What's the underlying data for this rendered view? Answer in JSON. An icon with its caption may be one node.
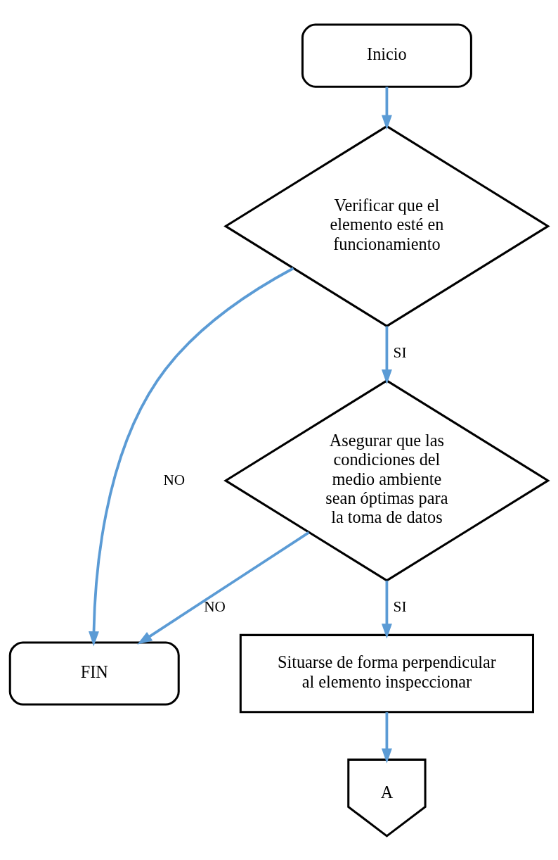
{
  "diagram": {
    "nodes": [
      {
        "text": [
          "Inicio"
        ]
      },
      {
        "text": [
          "Verificar que el elemento esté en funcionamiento"
        ]
      },
      {
        "text": [
          "FIN"
        ]
      },
      {
        "text": [
          "Asegurar que las condiciones del medio ambiente sean óptimas para la toma de datos"
        ]
      },
      {
        "text": [
          "Situarse de forma perpendicular al elemento inspeccionar"
        ]
      },
      {
        "text": [
          "A"
        ]
      }
    ],
    "edges": [
      {
        "from": 0,
        "to": 1,
        "arrow": "to"
      },
      {
        "from": 1,
        "to": 3,
        "arrow": "to",
        "label": "SI"
      },
      {
        "from": 1,
        "to": 2,
        "arrow": "to",
        "label": "NO"
      },
      {
        "from": 3,
        "to": 2,
        "arrow": "to",
        "label": "NO"
      },
      {
        "from": 3,
        "to": 4,
        "arrow": "to",
        "label": "SI"
      },
      {
        "from": 4,
        "to": 5,
        "arrow": "to"
      }
    ]
  }
}
